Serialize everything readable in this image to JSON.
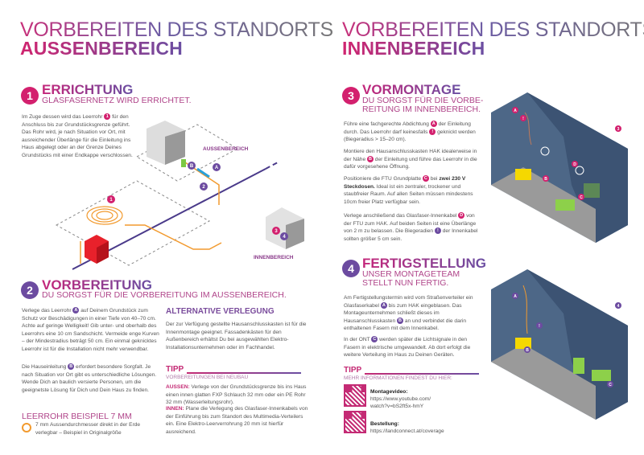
{
  "left": {
    "kicker": "VORBEREITEN DES STANDORTS",
    "title": "AUSSENBEREICH",
    "s1": {
      "num": "1",
      "title": "ERRICHTUNG",
      "sub": "GLASFASERNETZ WIRD ERRICHTET.",
      "p": [
        "Im Zuge dessen wird das Leerrohr ",
        "1",
        " für den Anschluss bis zur Grundstücksgrenze geführt. Das Rohr wird, je nach Situation vor Ort, mit ausreichender Überlänge für die Einleitung ins Haus abgelegt oder an der Grenze Deines Grundstücks mit einer Endkappe verschlossen."
      ]
    },
    "illus": {
      "label_out": "AUSSENBEREICH",
      "label_in": "INNENBEREICH",
      "m1": "1",
      "mA": "A",
      "mB": "B",
      "m2": "2",
      "m3": "3",
      "m4": "4"
    },
    "s2": {
      "num": "2",
      "title": "VORBEREITUNG",
      "sub": "DU SORGST FÜR DIE VORBEREITUNG IM AUSSENBEREICH.",
      "p1": [
        "Verlege das Leerrohr ",
        "A",
        " auf Deinem Grundstück zum Schutz vor Beschädigungen in einer Tiefe von 40–70 cm. Achte auf geringe Welligkeit! Gib unter- und oberhalb des Leerrohrs eine 10 cm Sandschicht. Vermeide enge Kurven – der Mindestradius beträgt 50 cm. Ein einmal geknicktes Leerrohr ist für die Installation nicht mehr verwendbar."
      ],
      "p2": [
        "Die Hauseinleitung ",
        "B",
        " erfordert besondere Sorgfalt. Je nach Situation vor Ort gibt es unterschiedliche Lösungen. Wende Dich an baulich versierte Personen, um die geeignetste Lösung für Dich und Dein Haus zu finden."
      ],
      "example_title": "LEERROHR BEISPIEL 7 MM",
      "example_text": "7 mm Aussendurchmesser direkt in der Erde verlegbar – Beispiel in Originalgröße",
      "alt_title": "ALTERNATIVE VERLEGUNG",
      "alt_text": "Der zur Verfügung gestellte Hausanschlusskasten ist für die Innenmontage geeignet. Fassadenkästen für den Außenbereich erhältst Du bei ausgewählten Elektro-Installationsunternehmen oder im Fachhandel.",
      "tipp": "TIPP",
      "tipp_sub": "VORBEREITUNGEN BEI NEUBAU",
      "aussen_kw": "AUSSEN:",
      "aussen": " Verlege von der Grundstücksgrenze bis ins Haus einen innen glatten FXP Schlauch 32 mm oder ein PE Rohr 32 mm (Wasserleitungsrohr).",
      "innen_kw": "INNEN:",
      "innen": " Plane die Verlegung des Glasfaser-Innenkabels von der Einführung bis zum Standort des Multimedia-Verteilers ein. Eine Elektro-Leerverrohrung 20 mm ist hierfür ausreichend."
    }
  },
  "right": {
    "kicker": "VORBEREITEN DES STANDORTS",
    "title": "INNENBEREICH",
    "s3": {
      "num": "3",
      "sub1": "DU SORGST FÜR DIE VORBE-",
      "sub2": "REITUNG IM INNENBEREICH.",
      "title": "VORMONTAGE",
      "p1": [
        "Führe eine fachgerechte Abdichtung ",
        "A",
        " der Einleitung durch. Das Leerrohr darf keinesfalls ",
        "!",
        " geknickt werden (Biegeradius > 15–20 cm)."
      ],
      "p2": [
        "Montiere den Hausanschlusskasten HAK idealerweise in der Nähe ",
        "B",
        " der Einleitung und führe das Leerrohr in die dafür vorgesehene Öffnung."
      ],
      "p3": [
        "Positioniere die FTU Grundplatte ",
        "C",
        " bei ",
        "zwei 230 V Steckdosen.",
        " Ideal ist ein zentraler, trockener und staubfreier Raum. Auf allen Seiten müssen mindestens 10cm freier Platz verfügbar sein."
      ],
      "p4": [
        "Verlege anschließend das Glasfaser-Innenkabel ",
        "D",
        " von der FTU zum HAK. Auf beiden Seiten ist eine Überlänge von 2 m zu belassen. Die Biegeradien ",
        "!",
        " der Innenkabel sollten größer 5 cm sein."
      ]
    },
    "s4": {
      "num": "4",
      "title": "FERTIGSTELLUNG",
      "sub1": "UNSER MONTAGETEAM",
      "sub2": "STELLT NUN FERTIG.",
      "p1": [
        "Am Fertigstellungstermin wird vom Straßenverteiler ein Glasfaserkabel ",
        "A",
        " bis zum HAK eingeblasen. Das Montageunternehmen schließt dieses im Hausanschlusskasten ",
        "B",
        " an und verbindet die darin enthaltenen Fasern mit dem Innenkabel."
      ],
      "p2": [
        "In der ONT ",
        "C",
        " werden später die Lichtsignale in den Fasern in elektrische umgewandelt. Ab dort erfolgt die weitere Verteilung im Haus zu Deinen Geräten."
      ],
      "tipp": "TIPP",
      "tipp_sub": "MEHR INFORMATIONEN FINDEST DU HIER:",
      "video_label": "Montagevideo:",
      "video_url1": "https://www.youtube.com/",
      "video_url2": "watch?v=bS2ft5x-hmY",
      "order_label": "Bestellung:",
      "order_url": "https://landconnect.at/coverage"
    },
    "illus": {
      "m3": "3",
      "m4": "4",
      "mA": "A",
      "mB": "B",
      "mC": "C",
      "mD": "D",
      "mI": "!"
    }
  },
  "colors": {
    "magenta": "#d3206e",
    "purple": "#6c4ba0",
    "orange": "#f29a2e"
  }
}
